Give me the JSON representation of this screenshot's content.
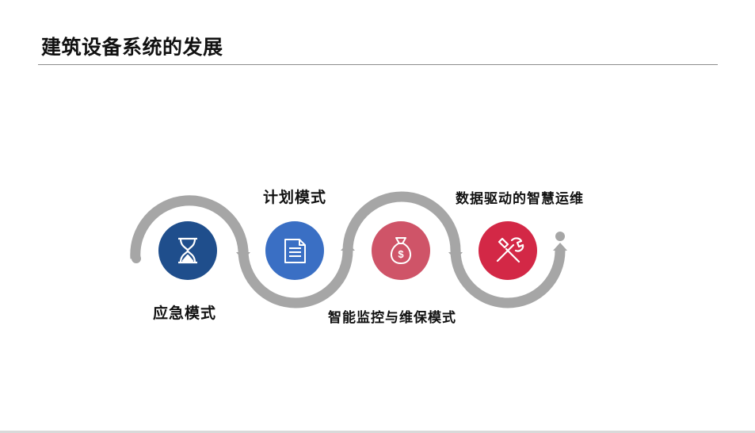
{
  "header": {
    "title": "建筑设备系统的发展"
  },
  "stages": [
    {
      "label": "应急模式",
      "icon": "hourglass-icon",
      "color": "#1f4e8c"
    },
    {
      "label": "计划模式",
      "icon": "document-icon",
      "color": "#3a6fc4"
    },
    {
      "label": "智能监控与维保模式",
      "icon": "money-bag-icon",
      "color": "#cf5468"
    },
    {
      "label": "数据驱动的智慧运维",
      "icon": "tools-icon",
      "color": "#d32846"
    }
  ],
  "colors": {
    "path": "#a6a6a6",
    "text": "#111111",
    "rule": "#8c8c8c"
  }
}
